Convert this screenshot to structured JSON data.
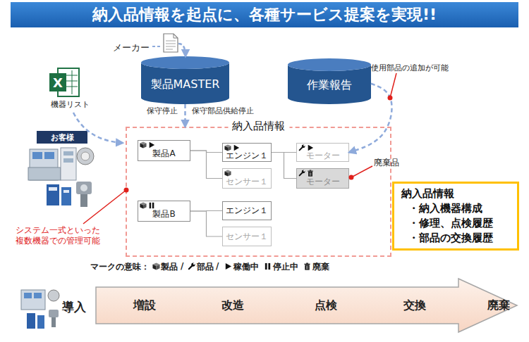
{
  "diagram": {
    "title": "納入品情報を起点に、各種サービス提案を実現!!",
    "nodes": [
      {
        "text": [
          "製品MASTER"
        ]
      },
      {
        "text": [
          "作業報告"
        ]
      },
      {
        "text": [
          "お客様"
        ]
      },
      {
        "text": [
          "納入品情報"
        ]
      },
      {
        "text": [
          "製品A"
        ],
        "in": 3
      },
      {
        "text": [
          "エンジン１"
        ],
        "in": 3
      },
      {
        "text": [
          "センサー１"
        ],
        "in": 3
      },
      {
        "text": [
          "モーター"
        ],
        "in": 3
      },
      {
        "text": [
          "モーター"
        ],
        "in": 3
      },
      {
        "text": [
          "製品B"
        ],
        "in": 3
      },
      {
        "text": [
          "エンジン１"
        ],
        "in": 3
      },
      {
        "text": [
          "センサー１"
        ],
        "in": 3
      },
      {
        "text": [
          "納入品情報",
          "・納入機器構成",
          "・修理、点検履歴",
          "・部品の交換履歴"
        ]
      },
      {
        "text": [
          "増設",
          "改造",
          "点検",
          "交換",
          "廃棄"
        ]
      }
    ],
    "edges": [
      {
        "from": 0,
        "to": 3,
        "arrow": "to"
      },
      {
        "from": 1,
        "to": 7,
        "arrow": "to"
      },
      {
        "from": 4,
        "to": 5,
        "arrow": "none"
      },
      {
        "from": 4,
        "to": 6,
        "arrow": "none"
      },
      {
        "from": 5,
        "to": 7,
        "arrow": "none"
      },
      {
        "from": 5,
        "to": 8,
        "arrow": "none"
      },
      {
        "from": 9,
        "to": 10,
        "arrow": "none"
      },
      {
        "from": 9,
        "to": 11,
        "arrow": "none"
      }
    ],
    "labels": [
      "メーカー",
      "X",
      "機器リスト",
      "保守停止",
      "保守部品供給停止",
      "使用部品の追加が可能",
      "廃棄品",
      "システム一式といった 複数機器での管理可能",
      "マークの意味：",
      "/",
      "/",
      "導入"
    ],
    "legend": [
      {
        "text": "製品"
      },
      {
        "text": "部品"
      },
      {
        "text": "稼働中"
      },
      {
        "text": "停止中"
      },
      {
        "text": "廃棄"
      }
    ]
  }
}
